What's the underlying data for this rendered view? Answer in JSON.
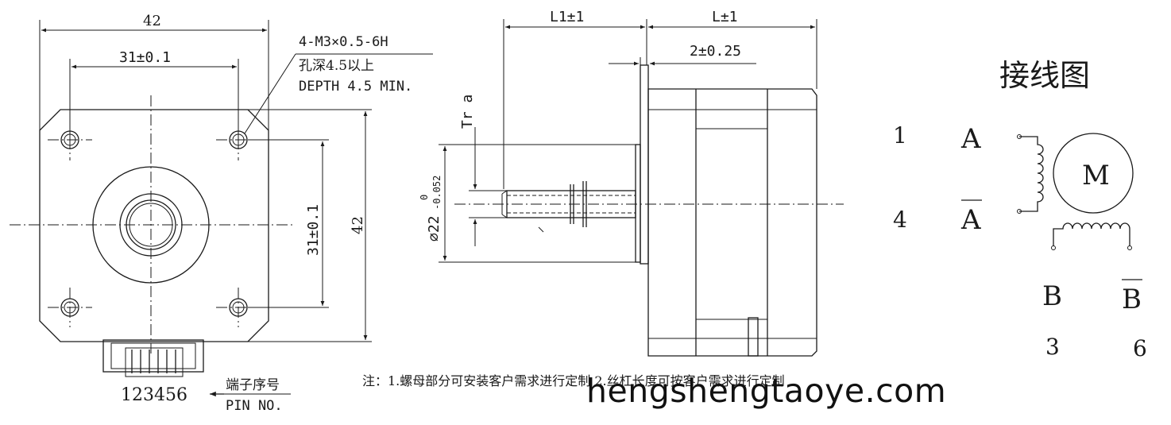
{
  "front_view": {
    "dim_width_outer": "42",
    "dim_hole_spacing_h": "31±0.1",
    "dim_hole_spacing_v": "31±0.1",
    "dim_height_outer": "42",
    "hole_note_line1": "4-M3×0.5-6H",
    "hole_note_line2": "孔深4.5以上",
    "hole_note_line3": "DEPTH 4.5 MIN.",
    "pin_label_cn": "端子序号",
    "pin_label_en": "PIN NO.",
    "pin_numbers": "123456"
  },
  "side_view": {
    "dim_l1": "L1±1",
    "dim_l": "L±1",
    "dim_flange": "2±0.25",
    "dim_thread": "Tr a",
    "dim_boss_diameter": "⌀22",
    "dim_boss_tol_upper": "0",
    "dim_boss_tol_lower": "-0.052"
  },
  "note": "注：1.螺母部分可安装客户需求进行定制    2.丝杠长度可按客户需求进行定制",
  "wiring": {
    "title": "接线图",
    "motor_label": "M",
    "pin_1": "1",
    "pin_4": "4",
    "phase_a": "A",
    "phase_a_bar": "A",
    "phase_b": "B",
    "phase_b_bar": "B",
    "pin_3": "3",
    "pin_6": "6"
  },
  "watermark": "hengshengtaoye.com"
}
